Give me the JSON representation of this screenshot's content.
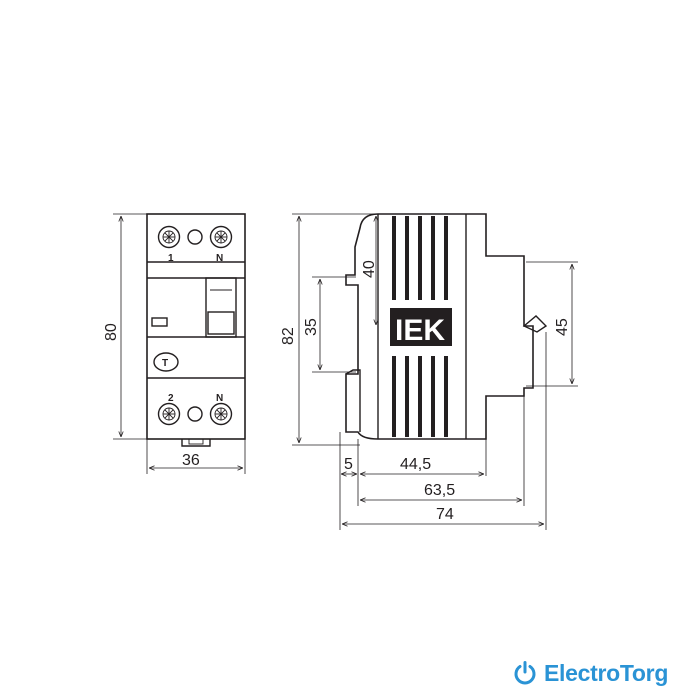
{
  "front_view": {
    "terminal_labels_top": [
      "1",
      "N"
    ],
    "terminal_labels_bottom": [
      "2",
      "N"
    ],
    "test_button_label": "T",
    "dimension_height": "80",
    "dimension_width": "36"
  },
  "side_view": {
    "logo_text": "IEK",
    "dimension_82": "82",
    "dimension_40": "40",
    "dimension_35": "35",
    "dimension_45": "45",
    "dimension_5": "5",
    "dimension_44_5": "44,5",
    "dimension_63_5": "63,5",
    "dimension_74": "74"
  },
  "watermark": {
    "brand_text": "ElectroTorg",
    "brand_color": "#2a93d5",
    "icon": "power-icon"
  }
}
